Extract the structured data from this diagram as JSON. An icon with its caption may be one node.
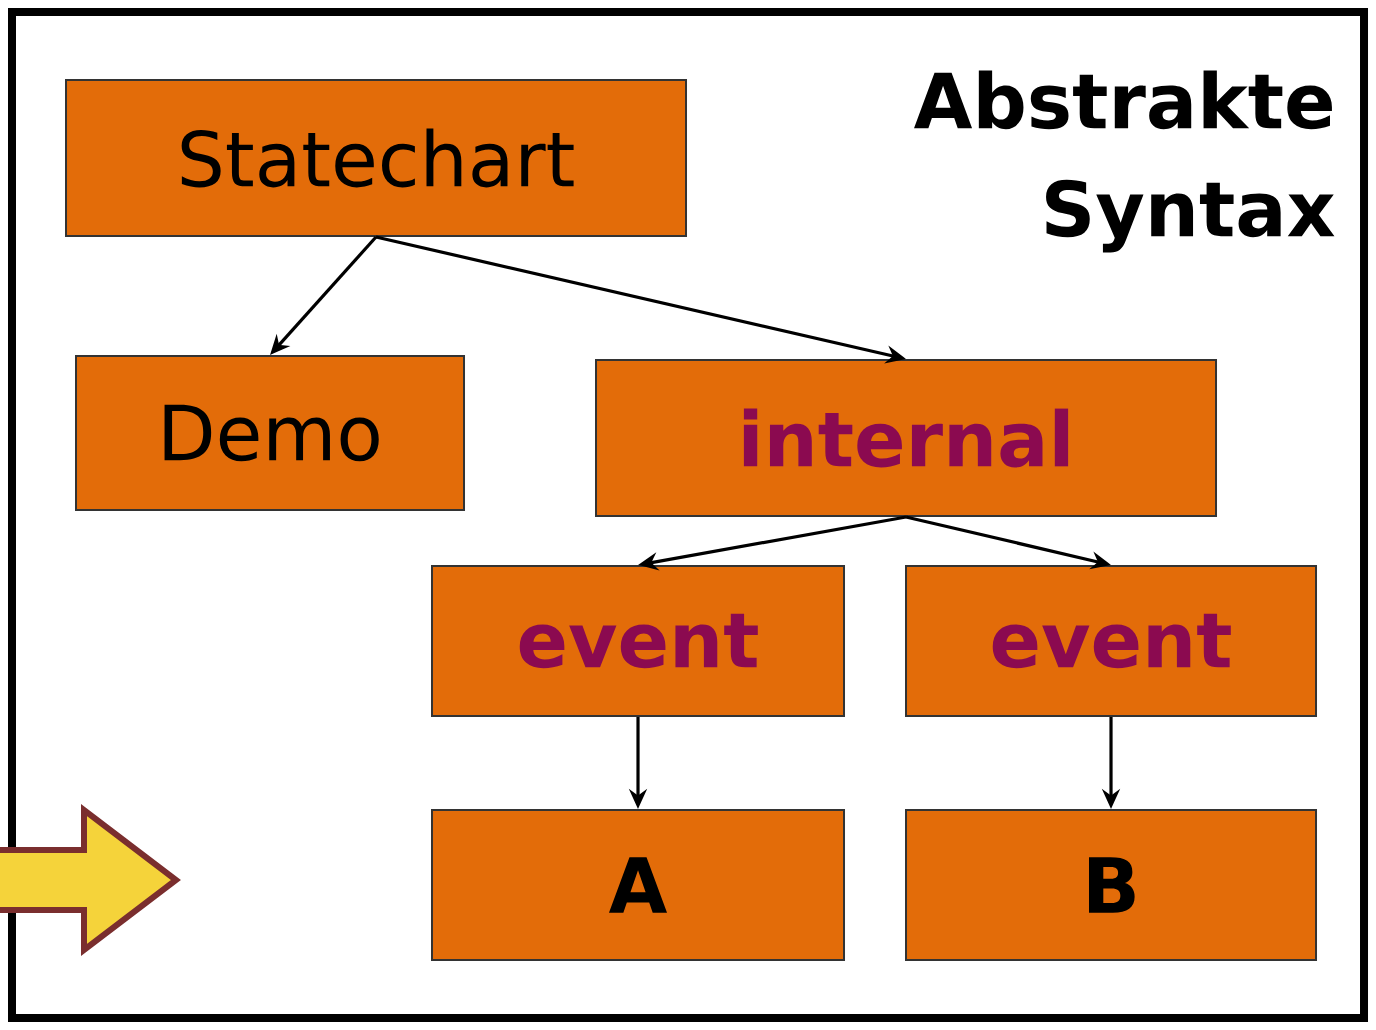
{
  "diagram": {
    "title": "Abstrakte Syntax",
    "nodes": [
      {
        "text": [
          "Statechart"
        ]
      },
      {
        "text": [
          "Demo"
        ]
      },
      {
        "text": [
          "internal"
        ]
      },
      {
        "text": [
          "event"
        ]
      },
      {
        "text": [
          "event"
        ]
      },
      {
        "text": [
          "A"
        ]
      },
      {
        "text": [
          "B"
        ]
      }
    ],
    "edges": [
      {
        "from": 0,
        "to": 1,
        "arrow": "to"
      },
      {
        "from": 0,
        "to": 2,
        "arrow": "to"
      },
      {
        "from": 2,
        "to": 3,
        "arrow": "to"
      },
      {
        "from": 2,
        "to": 4,
        "arrow": "to"
      },
      {
        "from": 3,
        "to": 5,
        "arrow": "to"
      },
      {
        "from": 4,
        "to": 6,
        "arrow": "to"
      }
    ]
  }
}
